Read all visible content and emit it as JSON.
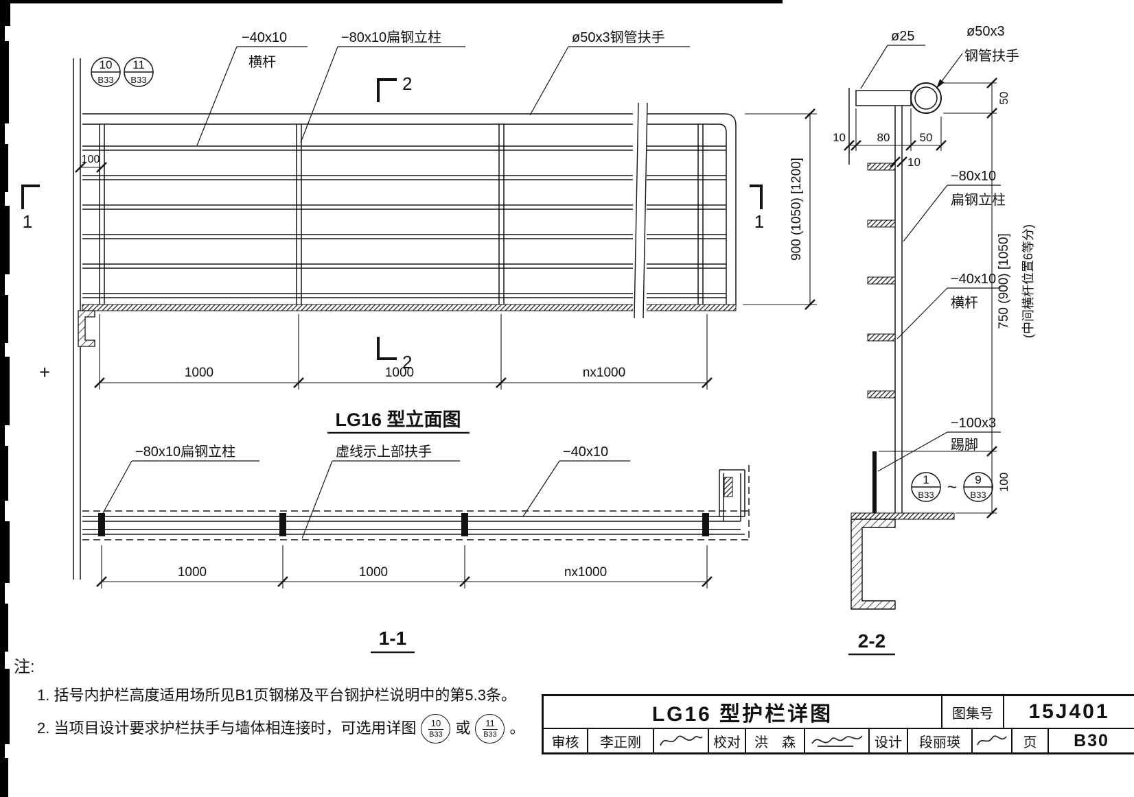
{
  "elevation": {
    "title": "LG16 型立面图",
    "label_rail_line1": "−40x10",
    "label_rail_line2": "横杆",
    "label_post": "−80x10扁钢立柱",
    "label_handrail": "ø50x3钢管扶手",
    "bubbles": [
      {
        "num": "10",
        "page": "B33"
      },
      {
        "num": "11",
        "page": "B33"
      }
    ],
    "dim_wall_offset": "100",
    "dim_height": "900 (1050) [1200]",
    "spans": [
      "1000",
      "1000",
      "nx1000"
    ],
    "section_mark_1": "1",
    "section_mark_2": "2",
    "plus_mark": "+"
  },
  "plan": {
    "title": "1-1",
    "label_post": "−80x10扁钢立柱",
    "label_dashed": "虚线示上部扶手",
    "label_bar": "−40x10",
    "spans": [
      "1000",
      "1000",
      "nx1000"
    ]
  },
  "section": {
    "title": "2-2",
    "label_rod": "ø25",
    "label_pipe_line1": "ø50x3",
    "label_pipe_line2": "钢管扶手",
    "label_post_line1": "−80x10",
    "label_post_line2": "扁钢立柱",
    "label_rail_line1": "−40x10",
    "label_rail_line2": "横杆",
    "label_toe_line1": "−100x3",
    "label_toe_line2": "踢脚",
    "dim_gap": "10",
    "dim_post_depth": "80",
    "dim_handrail_offset": "50",
    "dim_post_thk": "10",
    "dim_handrail_h": "50",
    "dim_mid_h": "750 (900) [1050]",
    "dim_mid_note": "(中间横杆位置6等分)",
    "dim_toe_h": "100",
    "bubble_start": {
      "num": "1",
      "page": "B33"
    },
    "tilde": "~",
    "bubble_end": {
      "num": "9",
      "page": "B33"
    }
  },
  "notes": {
    "head": "注:",
    "item1": "1. 括号内护栏高度适用场所见B1页钢梯及平台钢护栏说明中的第5.3条。",
    "item2_pre": "2. 当项目设计要求护栏扶手与墙体相连接时，可选用详图",
    "item2_bubble1": {
      "num": "10",
      "page": "B33"
    },
    "item2_or": "或",
    "item2_bubble2": {
      "num": "11",
      "page": "B33"
    },
    "item2_end": "。"
  },
  "titleblock": {
    "title": "LG16 型护栏详图",
    "atlas_label": "图集号",
    "atlas_value": "15J401",
    "page_label": "页",
    "page_value": "B30",
    "reviewer_label": "审核",
    "reviewer_name": "李正刚",
    "checker_label": "校对",
    "checker_name": "洪　森",
    "designer_label": "设计",
    "designer_name": "段丽瑛"
  }
}
